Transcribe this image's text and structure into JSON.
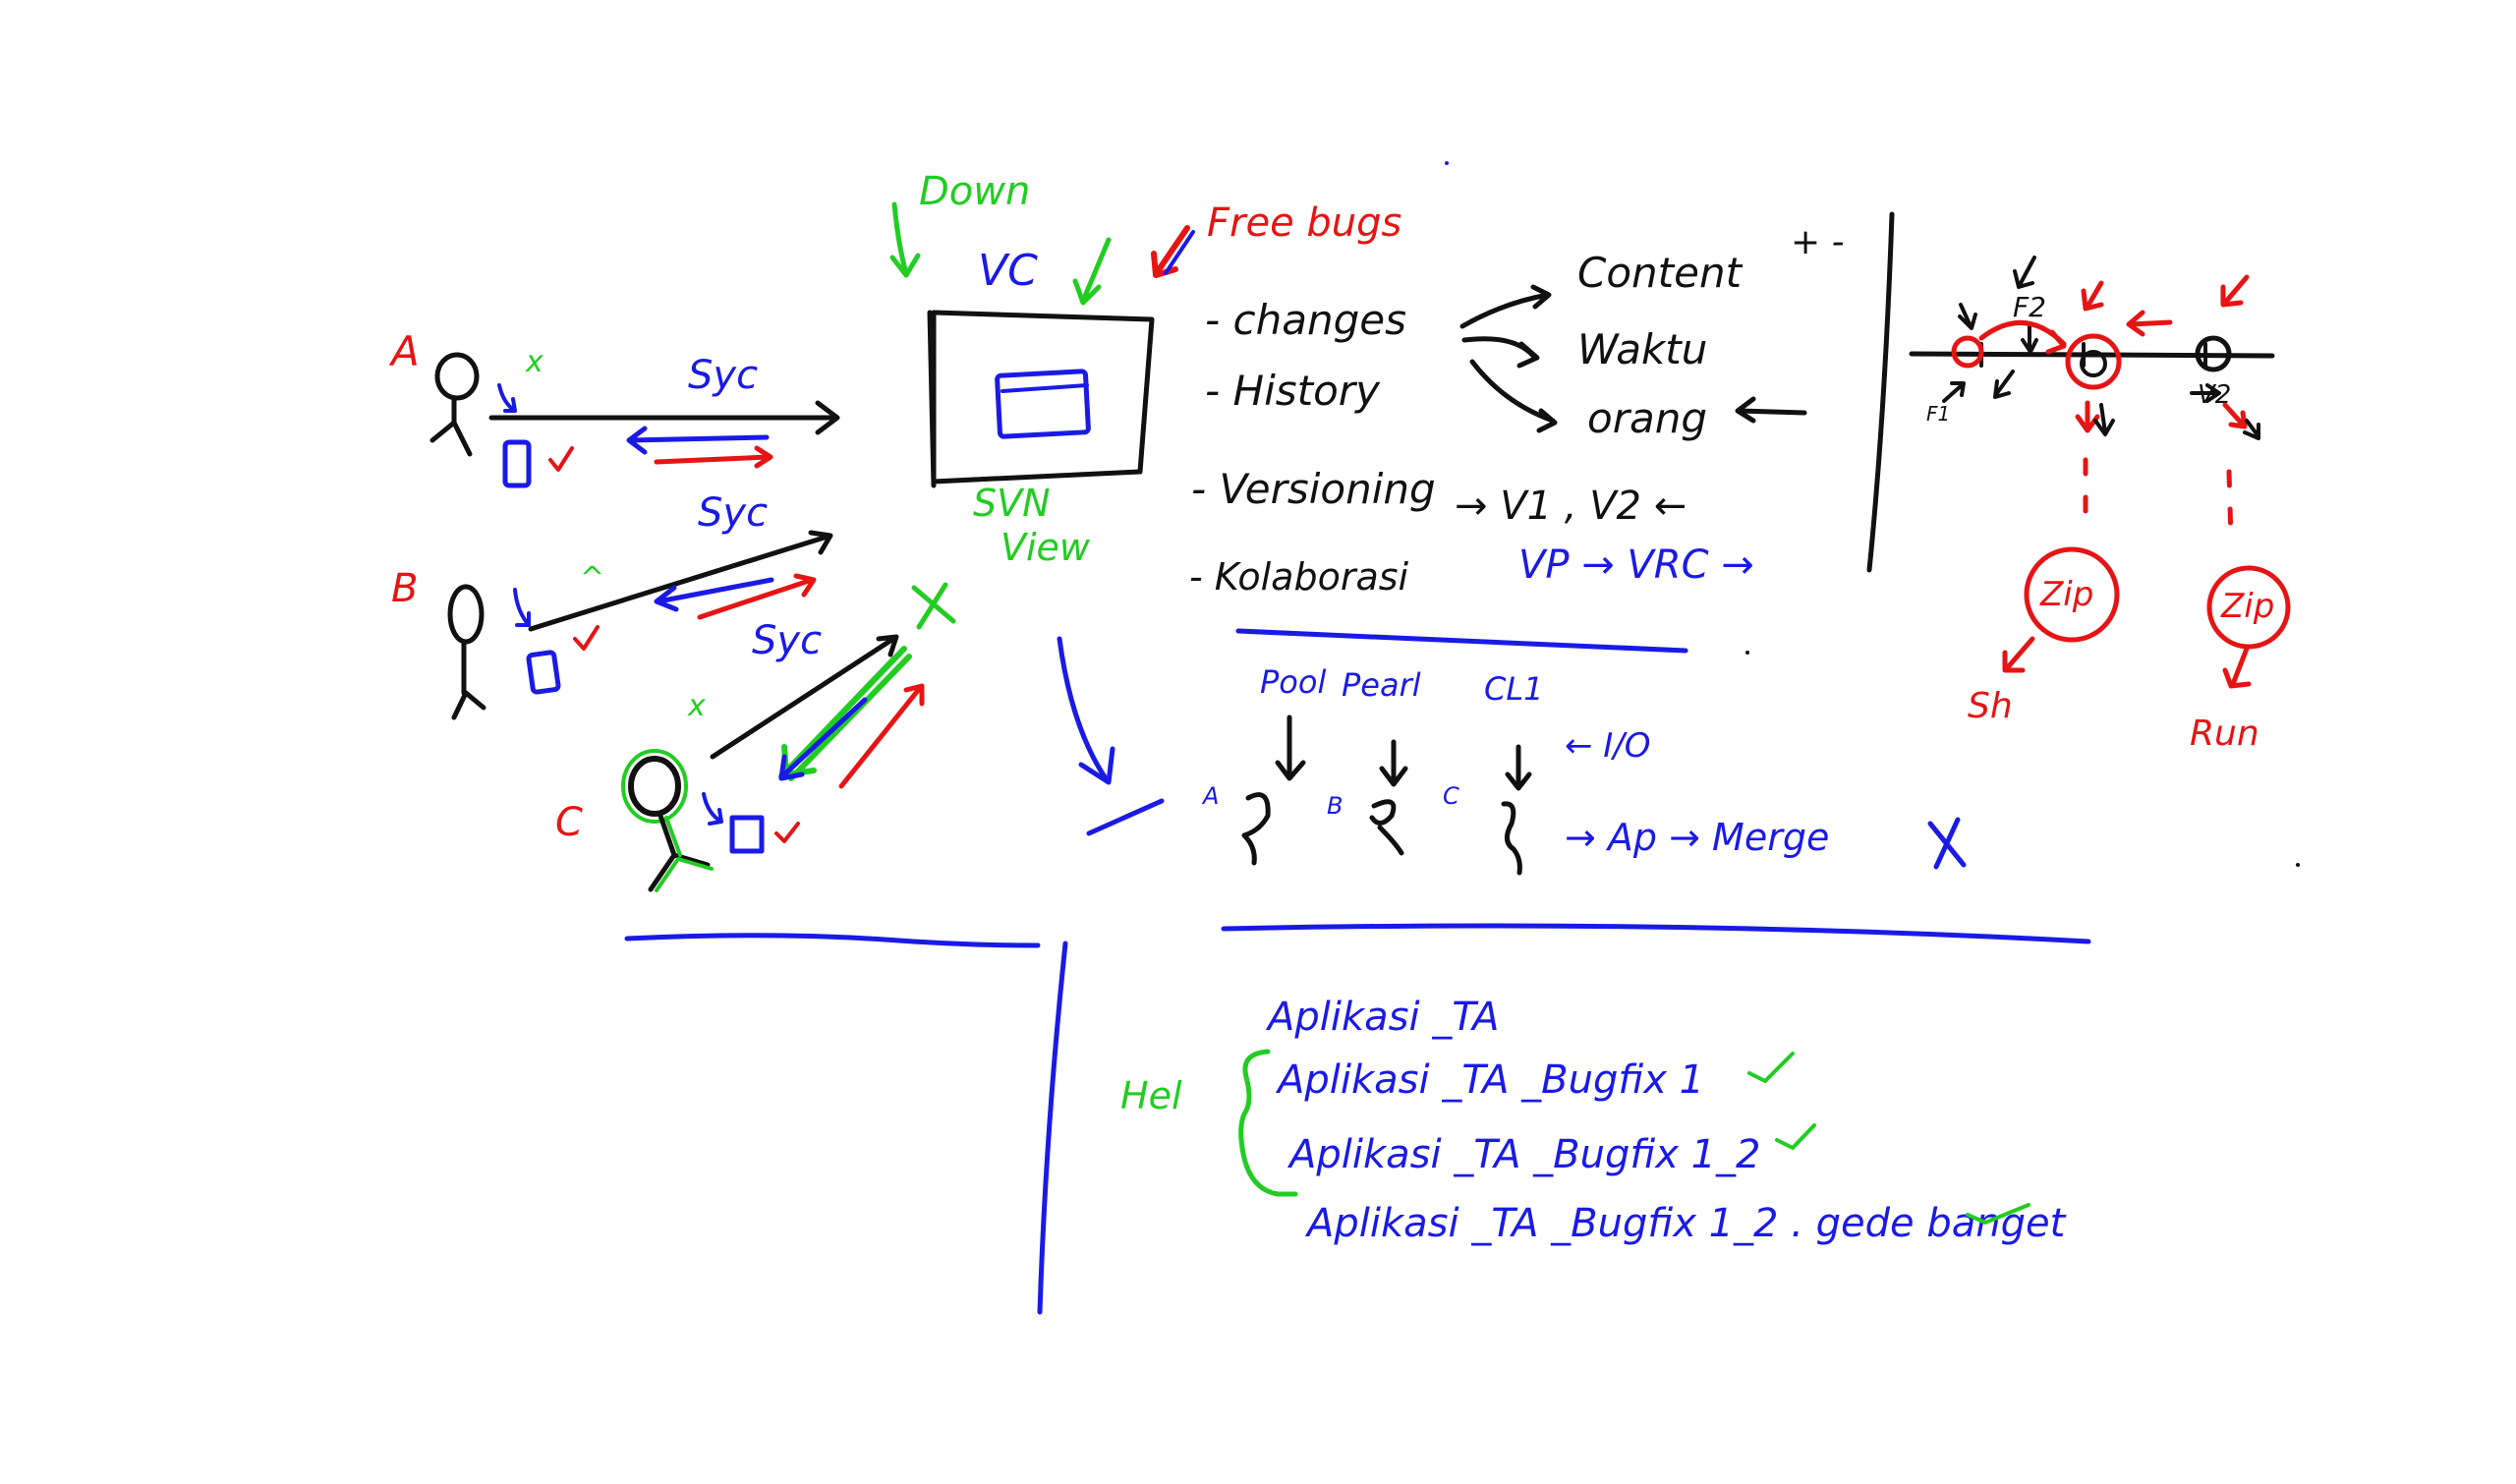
{
  "colors": {
    "black": "#111111",
    "blue": "#1a1ae6",
    "red": "#e61414",
    "green": "#22cc22"
  },
  "left": {
    "user_a": "A",
    "user_b": "B",
    "user_c": "C",
    "sync_a": "Syc",
    "sync_b": "Syc",
    "sync_c": "Syc",
    "x_mark": "x",
    "caret": "^"
  },
  "center": {
    "down": "Down",
    "vc": "VC",
    "free_bugs": "Free bugs",
    "svn_line1": "SVN",
    "svn_line2": "View"
  },
  "list": {
    "changes": "- changes",
    "history": "- History",
    "versioning": "- Versioning",
    "kolaborasi": "- Kolaborasi",
    "content": "Content",
    "plus_minus": "+ -",
    "waktu": "Waktu",
    "orang": "orang",
    "versions": "→ V1 , V2 ←",
    "vp_vrc": "VP → VRC →"
  },
  "branches": {
    "labels": [
      "Pool",
      "Pearl",
      "CL1"
    ],
    "users": [
      "A",
      "B",
      "C"
    ],
    "io": "← I/O",
    "merge": "→ Ap → Merge"
  },
  "timeline": {
    "f2": "F2",
    "v2": "V2",
    "f1": "F1",
    "zip1": "Zip",
    "zip2": "Zip",
    "sh": "Sh",
    "run": "Run"
  },
  "naming": {
    "bracket_label": "Hel",
    "lines": [
      "Aplikasi _TA",
      "Aplikasi _TA _Bugfix 1",
      "Aplikasi _TA _Bugfix 1_2",
      "Aplikasi _TA _Bugfix 1_2 . gede banget"
    ]
  }
}
